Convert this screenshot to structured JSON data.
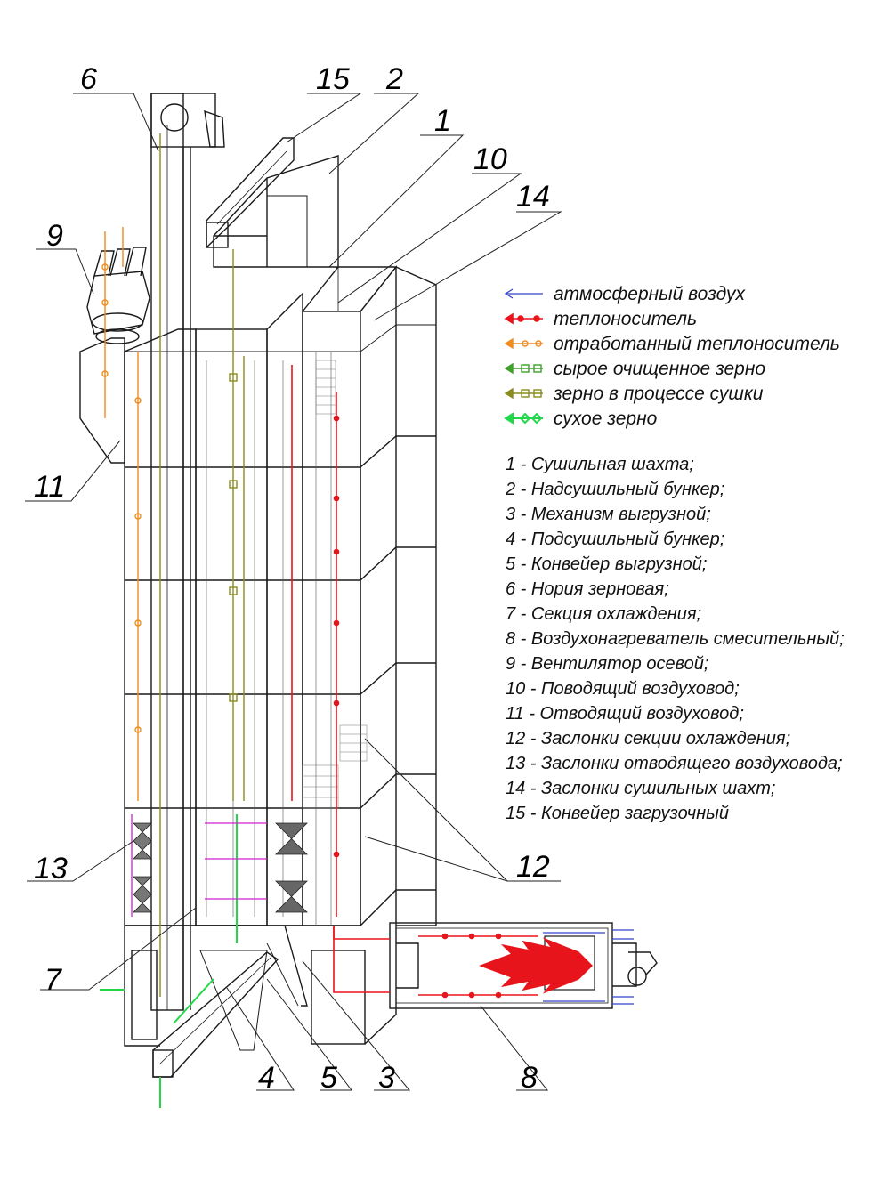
{
  "callouts": {
    "c1": "1",
    "c2": "2",
    "c3": "3",
    "c4": "4",
    "c5": "5",
    "c6": "6",
    "c7": "7",
    "c8": "8",
    "c9": "9",
    "c10": "10",
    "c11": "11",
    "c12": "12",
    "c13": "13",
    "c14": "14",
    "c15": "15"
  },
  "legend": [
    {
      "text": "атмосферный воздух",
      "color": "#3344cc",
      "marker": "arrow-open"
    },
    {
      "text": "теплоноситель",
      "color": "#e8141c",
      "marker": "arrow-dot"
    },
    {
      "text": "отработанный теплоноситель",
      "color": "#f08c1e",
      "marker": "arrow-ring"
    },
    {
      "text": "сырое очищенное зерно",
      "color": "#3fa02a",
      "marker": "arrow-cross"
    },
    {
      "text": "зерно в процессе сушки",
      "color": "#8c8c1e",
      "marker": "arrow-square"
    },
    {
      "text": "сухое зерно",
      "color": "#22d84a",
      "marker": "arrow-diamond"
    }
  ],
  "parts": [
    "1 - Сушильная шахта;",
    "2 - Надсушильный бункер;",
    "3 - Механизм выгрузной;",
    "4 - Подсушильный бункер;",
    "5 - Конвейер выгрузной;",
    "6 - Нория зерновая;",
    "7 - Секция охлаждения;",
    "8 - Воздухонагреватель смесительный;",
    "9 - Вентилятор осевой;",
    "10 - Поводящий воздуховод;",
    "11 - Отводящий воздуховод;",
    "12 - Заслонки секции охлаждения;",
    "13 - Заслонки отводящего воздуховода;",
    "14 - Заслонки сушильных шахт;",
    "15 - Конвейер загрузочный"
  ],
  "colors": {
    "line": "#1a1a1a",
    "flame": "#e8141c",
    "air": "#3344cc",
    "heat": "#e8141c",
    "exhaust": "#f08c1e",
    "raw_grain": "#3fa02a",
    "drying_grain": "#8c8c1e",
    "dry_grain": "#22d84a",
    "cooling_air": "#d020d0"
  }
}
